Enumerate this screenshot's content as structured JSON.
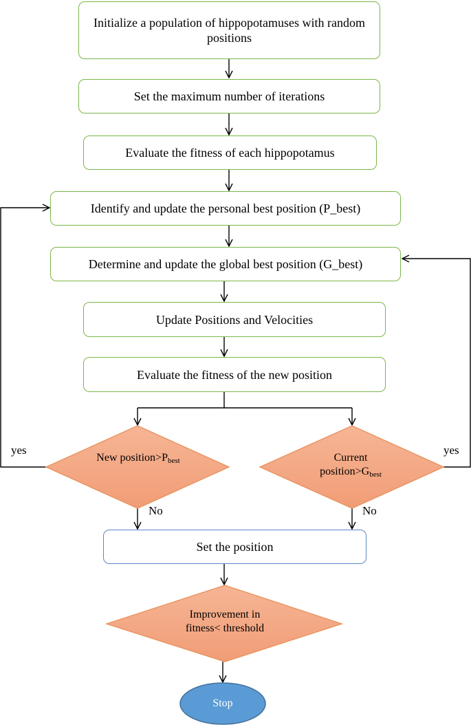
{
  "steps": {
    "init": "Initialize a population of hippopotamuses with random positions",
    "max_iter": "Set the maximum number of iterations",
    "eval_fitness": "Evaluate the fitness of each hippopotamus",
    "pbest": "Identify and update the personal best position (P_best)",
    "gbest": "Determine and update the global best position (G_best)",
    "update": "Update Positions and Velocities",
    "eval_new": "Evaluate the fitness of the new position",
    "set_position": "Set the position"
  },
  "decisions": {
    "new_pos": {
      "text": "New position>P",
      "sub": "best"
    },
    "current_pos": {
      "text": "Current position>G",
      "sub": "best"
    },
    "improvement": "Improvement in fitness< threshold"
  },
  "labels": {
    "yes_left": "yes",
    "yes_right": "yes",
    "no_left": "No",
    "no_right": "No"
  },
  "terminal": {
    "stop": "Stop"
  },
  "colors": {
    "process_border": "#7ab648",
    "set_border": "#5a85c8",
    "decision_fill": "#f4a47f",
    "decision_border": "#e8935f",
    "stop_fill": "#5b9bd5",
    "stop_border": "#41719c"
  }
}
